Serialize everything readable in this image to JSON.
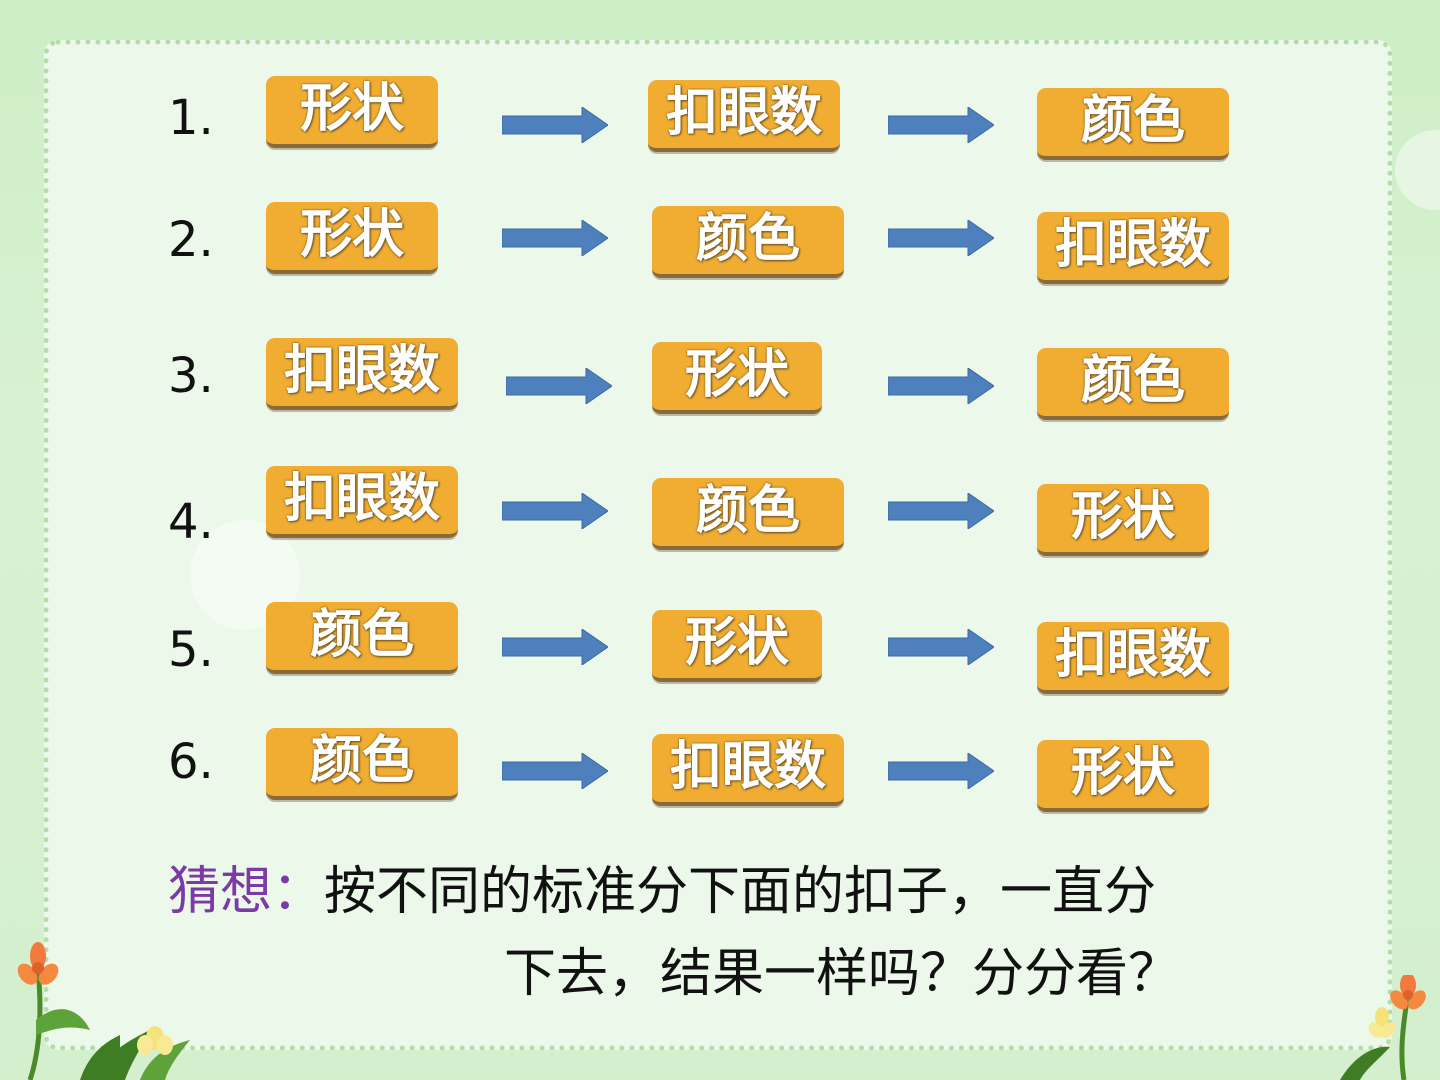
{
  "rows": [
    {
      "num": "1.",
      "items": [
        "形状",
        "扣眼数",
        "颜色"
      ]
    },
    {
      "num": "2.",
      "items": [
        "形状",
        "颜色",
        "扣眼数"
      ]
    },
    {
      "num": "3.",
      "items": [
        "扣眼数",
        "形状",
        "颜色"
      ]
    },
    {
      "num": "4.",
      "items": [
        "扣眼数",
        "颜色",
        "形状"
      ]
    },
    {
      "num": "5.",
      "items": [
        "颜色",
        "形状",
        "扣眼数"
      ]
    },
    {
      "num": "6.",
      "items": [
        "颜色",
        "扣眼数",
        "形状"
      ]
    }
  ],
  "caption": {
    "label": "猜想：",
    "line1": "按不同的标准分下面的扣子，一直分",
    "line2": "下去，结果一样吗？分分看？"
  },
  "colors": {
    "tag_fill": "#f0ad32",
    "arrow_fill": "#4e80bd",
    "label_purple": "#7b3aa6",
    "background": "#d4efcd"
  },
  "icons": {
    "arrow": "right-arrow-icon",
    "flower": "flower-icon"
  }
}
